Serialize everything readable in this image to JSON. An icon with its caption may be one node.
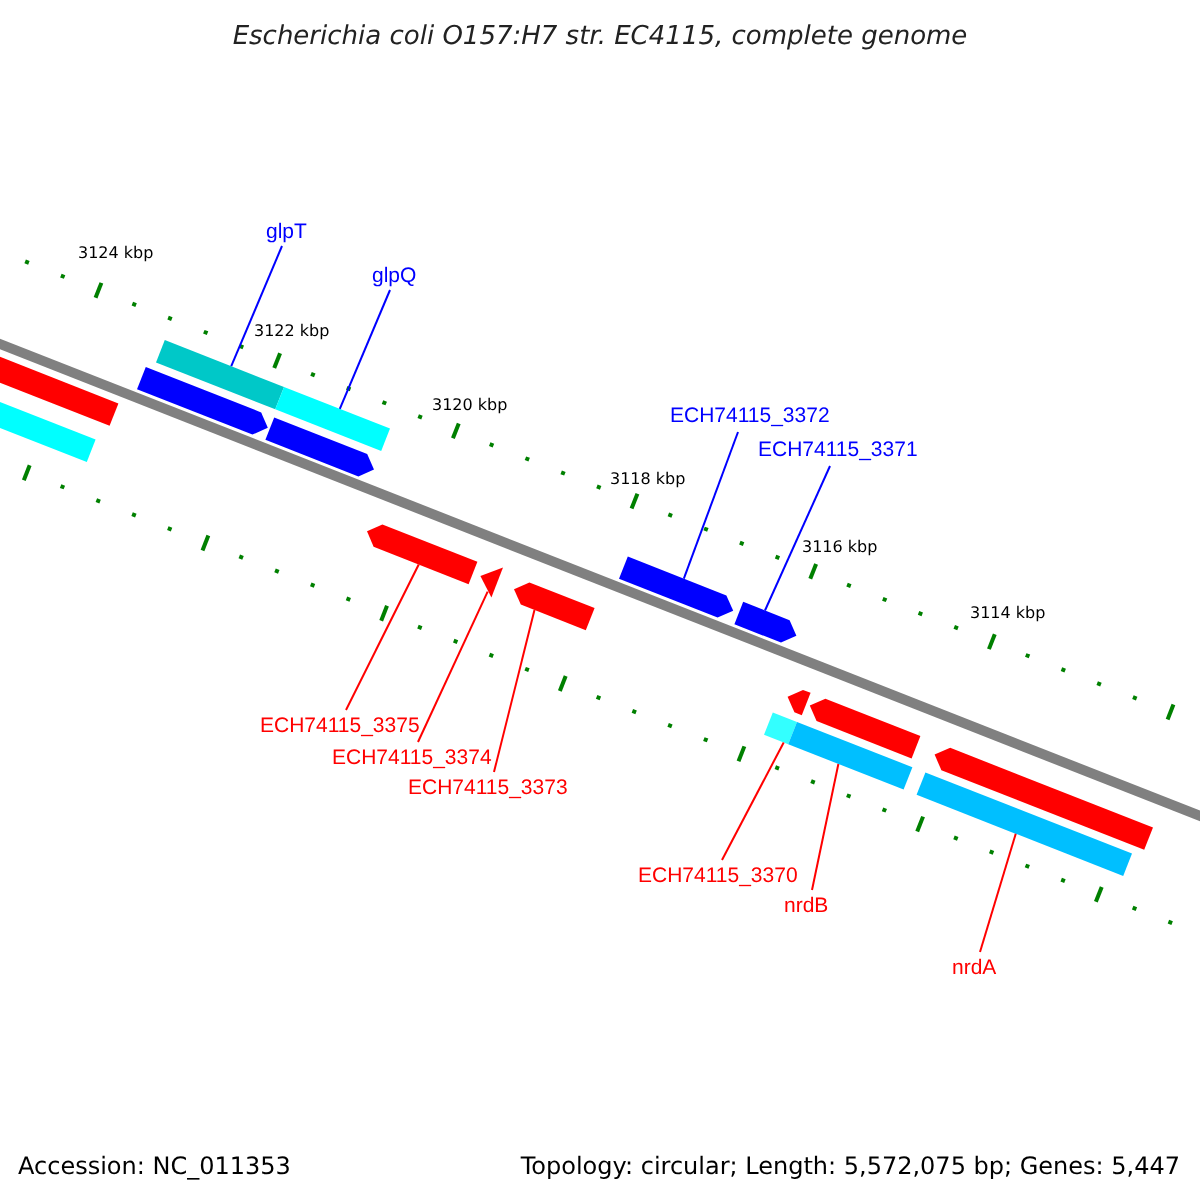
{
  "diagram": {
    "title": "Escherichia coli O157:H7 str. EC4115, complete genome",
    "nodes": [
      {
        "text": [
          "glpT"
        ]
      },
      {
        "text": [
          "glpQ"
        ]
      },
      {
        "text": [
          "ECH74115_3372"
        ]
      },
      {
        "text": [
          "ECH74115_3371"
        ]
      },
      {
        "text": [
          "ECH74115_3375"
        ]
      },
      {
        "text": [
          "ECH74115_3374"
        ]
      },
      {
        "text": [
          "ECH74115_3373"
        ]
      },
      {
        "text": [
          "ECH74115_3370"
        ]
      },
      {
        "text": [
          "nrdB"
        ]
      },
      {
        "text": [
          "nrdA"
        ]
      },
      {
        "text": [],
        "shape": "bar"
      },
      {
        "text": [],
        "shape": "bar"
      },
      {
        "text": [],
        "shape": "arrow"
      },
      {
        "text": [],
        "shape": "triangle"
      },
      {
        "text": [],
        "shape": "arrow"
      },
      {
        "text": [],
        "shape": "arrow"
      },
      {
        "text": [],
        "shape": "arrow"
      },
      {
        "text": [],
        "shape": "bar"
      },
      {
        "text": [],
        "shape": "bar"
      },
      {
        "text": [],
        "shape": "bar"
      }
    ],
    "edges": [
      {
        "from": 0,
        "to": 10,
        "arrow": "none",
        "color": "#0000ff"
      },
      {
        "from": 1,
        "to": 11,
        "arrow": "none",
        "color": "#0000ff"
      },
      {
        "from": 2,
        "to": 15,
        "arrow": "none",
        "color": "#0000ff"
      },
      {
        "from": 3,
        "to": 16,
        "arrow": "none",
        "color": "#0000ff"
      },
      {
        "from": 4,
        "to": 12,
        "arrow": "none"
      },
      {
        "from": 5,
        "to": 13,
        "arrow": "none"
      },
      {
        "from": 6,
        "to": 14,
        "arrow": "none"
      },
      {
        "from": 7,
        "to": 17,
        "arrow": "none"
      },
      {
        "from": 8,
        "to": 18,
        "arrow": "none"
      },
      {
        "from": 9,
        "to": 19,
        "arrow": "none"
      }
    ],
    "labels": [
      "3124 kbp",
      "3122 kbp",
      "3120 kbp",
      "3118 kbp",
      "3116 kbp",
      "3114 kbp",
      "Accession: NC_011353",
      "Topology: circular; Length: 5,572,075 bp; Genes: 5,447"
    ]
  }
}
